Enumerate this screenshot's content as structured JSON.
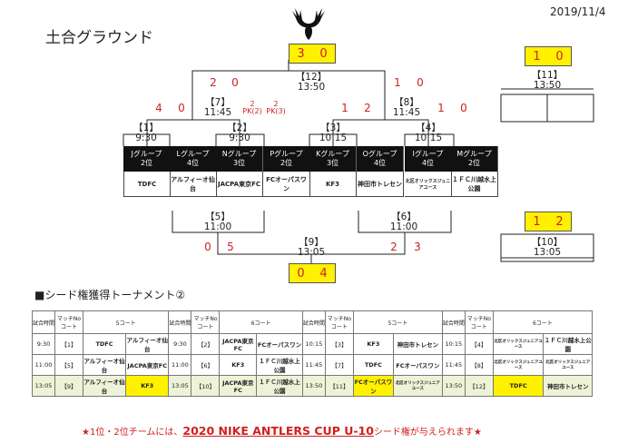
{
  "date": "2019/11/4",
  "ground": "土合グラウンド",
  "top_final": {
    "a": "3",
    "b": "0"
  },
  "top_third": {
    "a": "1",
    "b": "0"
  },
  "bot_final": {
    "a": "0",
    "b": "4"
  },
  "bot_third": {
    "a": "1",
    "b": "2"
  },
  "matches": {
    "m12": {
      "no": "【12】",
      "time": "13:50"
    },
    "m7": {
      "no": "【7】",
      "time": "11:45"
    },
    "m8": {
      "no": "【8】",
      "time": "11:45"
    },
    "m1": {
      "no": "【1】",
      "time": "9:30"
    },
    "m2": {
      "no": "【2】",
      "time": "9:30"
    },
    "m3": {
      "no": "【3】",
      "time": "10:15"
    },
    "m4": {
      "no": "【4】",
      "time": "10:15"
    },
    "m11": {
      "no": "【11】",
      "time": "13:50"
    },
    "m5": {
      "no": "【5】",
      "time": "11:00"
    },
    "m6": {
      "no": "【6】",
      "time": "11:00"
    },
    "m9": {
      "no": "【9】",
      "time": "13:05"
    },
    "m10": {
      "no": "【10】",
      "time": "13:05"
    }
  },
  "scores": {
    "f12l": "2",
    "f12r": "0",
    "f12l2": "1",
    "f12r2": "0",
    "s7a": "4",
    "s7b": "0",
    "s8a": "1",
    "s8b": "2",
    "s8c": "1",
    "s8d": "0",
    "s9a": "0",
    "s9b": "5",
    "s9c": "2",
    "s9d": "3",
    "pk1a": "2",
    "pk1b": "PK(2)",
    "pk2a": "2",
    "pk2b": "PK(3)"
  },
  "groups": [
    [
      "Jグループ",
      "2位"
    ],
    [
      "Lグループ",
      "4位"
    ],
    [
      "Nグループ",
      "3位"
    ],
    [
      "Pグループ",
      "2位"
    ],
    [
      "Kグループ",
      "3位"
    ],
    [
      "Oグループ",
      "4位"
    ],
    [
      "Iグループ",
      "4位"
    ],
    [
      "Mグループ",
      "2位"
    ]
  ],
  "teams": [
    "TDFC",
    "アルフィーオ仙台",
    "JACPA東京FC",
    "FCオーパスワン",
    "KF3",
    "神田市トレセン",
    "北区オリックスジュニアユース",
    "１ＦＣ川越水上公園"
  ],
  "section_title": "■シード権獲得トーナメント②",
  "sched_header": {
    "time": "試合時間",
    "match": "マッチNo コート",
    "c5": "5コート",
    "c6": "6コート"
  },
  "sched_rows": [
    [
      "9:30",
      "【1】",
      "TDFC",
      "アルフィーオ仙台",
      "9:30",
      "【2】",
      "JACPA東京FC",
      "FCオーパスワン",
      "10:15",
      "【3】",
      "KF3",
      "神田市トレセン",
      "10:15",
      "【4】",
      "北区オリックスジュニアユース",
      "１ＦＣ川越水上公園"
    ],
    [
      "11:00",
      "【5】",
      "アルフィーオ仙台",
      "JACPA東京FC",
      "11:00",
      "【6】",
      "KF3",
      "１ＦＣ川越水上公園",
      "11:45",
      "【7】",
      "TDFC",
      "FCオーパスワン",
      "11:45",
      "【8】",
      "北区オリックスジュニアユース",
      "北区オリックスジュニアユース"
    ],
    [
      "13:05",
      "【9】",
      "アルフィーオ仙台",
      "KF3",
      "13:05",
      "【10】",
      "JACPA東京FC",
      "１ＦＣ川越水上公園",
      "13:50",
      "【11】",
      "FCオーパスワン",
      "北区オリックスジュニアユース",
      "13:50",
      "【12】",
      "TDFC",
      "神田市トレセン"
    ]
  ],
  "footer": {
    "pre": "★1位・2位チームには、",
    "cup": "2020 NIKE ANTLERS CUP U-10",
    "post": "シード権が与えられます★"
  }
}
